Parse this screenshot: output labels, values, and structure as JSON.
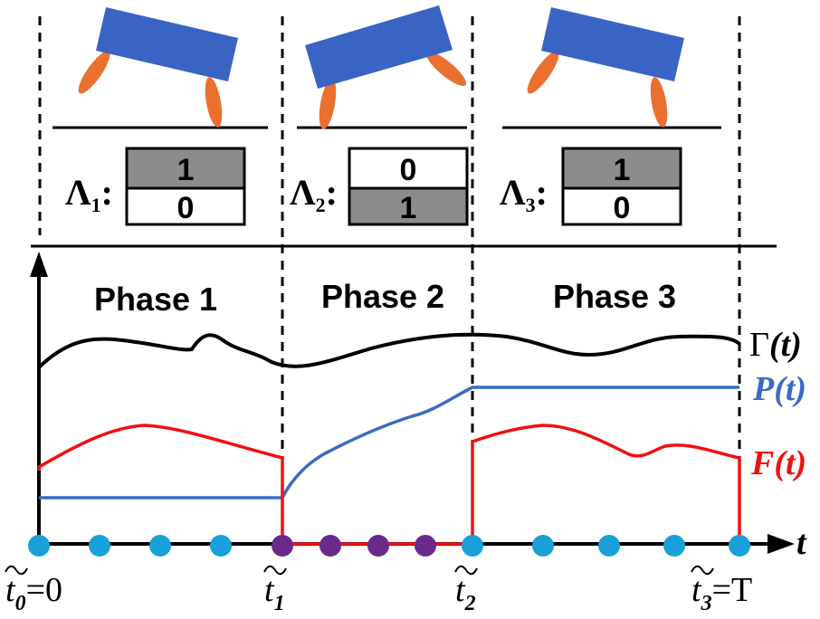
{
  "phases": [
    {
      "label": "Phase 1",
      "mode_symbol": "Λ",
      "mode_index": "1",
      "mode_bits": [
        "1",
        "0"
      ],
      "active_bit": 0
    },
    {
      "label": "Phase 2",
      "mode_symbol": "Λ",
      "mode_index": "2",
      "mode_bits": [
        "0",
        "1"
      ],
      "active_bit": 1
    },
    {
      "label": "Phase 3",
      "mode_symbol": "Λ",
      "mode_index": "3",
      "mode_bits": [
        "1",
        "0"
      ],
      "active_bit": 0
    }
  ],
  "curves": {
    "gamma": {
      "symbol": "Γ",
      "arg": "(t)",
      "color": "#000000"
    },
    "p": {
      "label": "P(t)",
      "color": "#3a6cc0"
    },
    "f": {
      "label": "F(t)",
      "color": "#ee1111"
    }
  },
  "axis": {
    "t_label": "t"
  },
  "time_labels": {
    "t0": {
      "base": "t",
      "sub": "0",
      "rest": "=0"
    },
    "t1": {
      "base": "t",
      "sub": "1",
      "rest": ""
    },
    "t2": {
      "base": "t",
      "sub": "2",
      "rest": ""
    },
    "t3": {
      "base": "t",
      "sub": "3",
      "rest": "=T"
    }
  },
  "colors": {
    "robot_body": "#3a64c4",
    "robot_leg": "#ea7030",
    "mode_active": "#8c8c8c",
    "node_cyan": "#1aa0d8",
    "node_purple": "#6a2a8c"
  }
}
